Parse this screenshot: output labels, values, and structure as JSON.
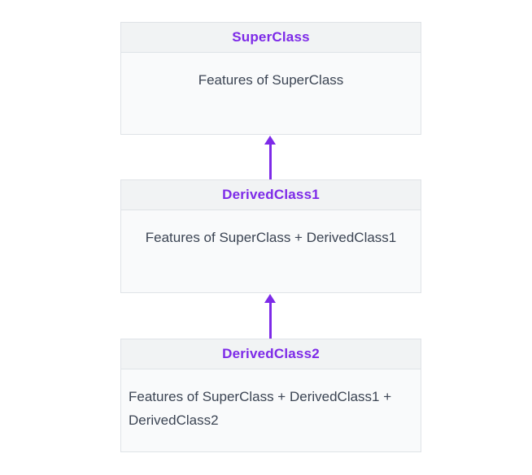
{
  "diagram": {
    "type": "multilevel-inheritance-class-diagram",
    "nodes": [
      {
        "id": "superclass",
        "title": "SuperClass",
        "body": "Features of SuperClass"
      },
      {
        "id": "derivedclass1",
        "title": "DerivedClass1",
        "body": "Features of SuperClass + DerivedClass1"
      },
      {
        "id": "derivedclass2",
        "title": "DerivedClass2",
        "body": "Features of SuperClass + DerivedClass1 + DerivedClass2"
      }
    ],
    "edges": [
      {
        "from": "DerivedClass1",
        "to": "SuperClass",
        "style": "arrow-up"
      },
      {
        "from": "DerivedClass2",
        "to": "DerivedClass1",
        "style": "arrow-up"
      }
    ]
  },
  "colors": {
    "page_bg": "#ffffff",
    "accent": "#7d2ae8",
    "arrow": "#7d2ae8",
    "header_bg": "#f1f3f4",
    "body_bg": "#f9fafb",
    "border": "#dfe3e7",
    "body_text": "#3b4453"
  }
}
